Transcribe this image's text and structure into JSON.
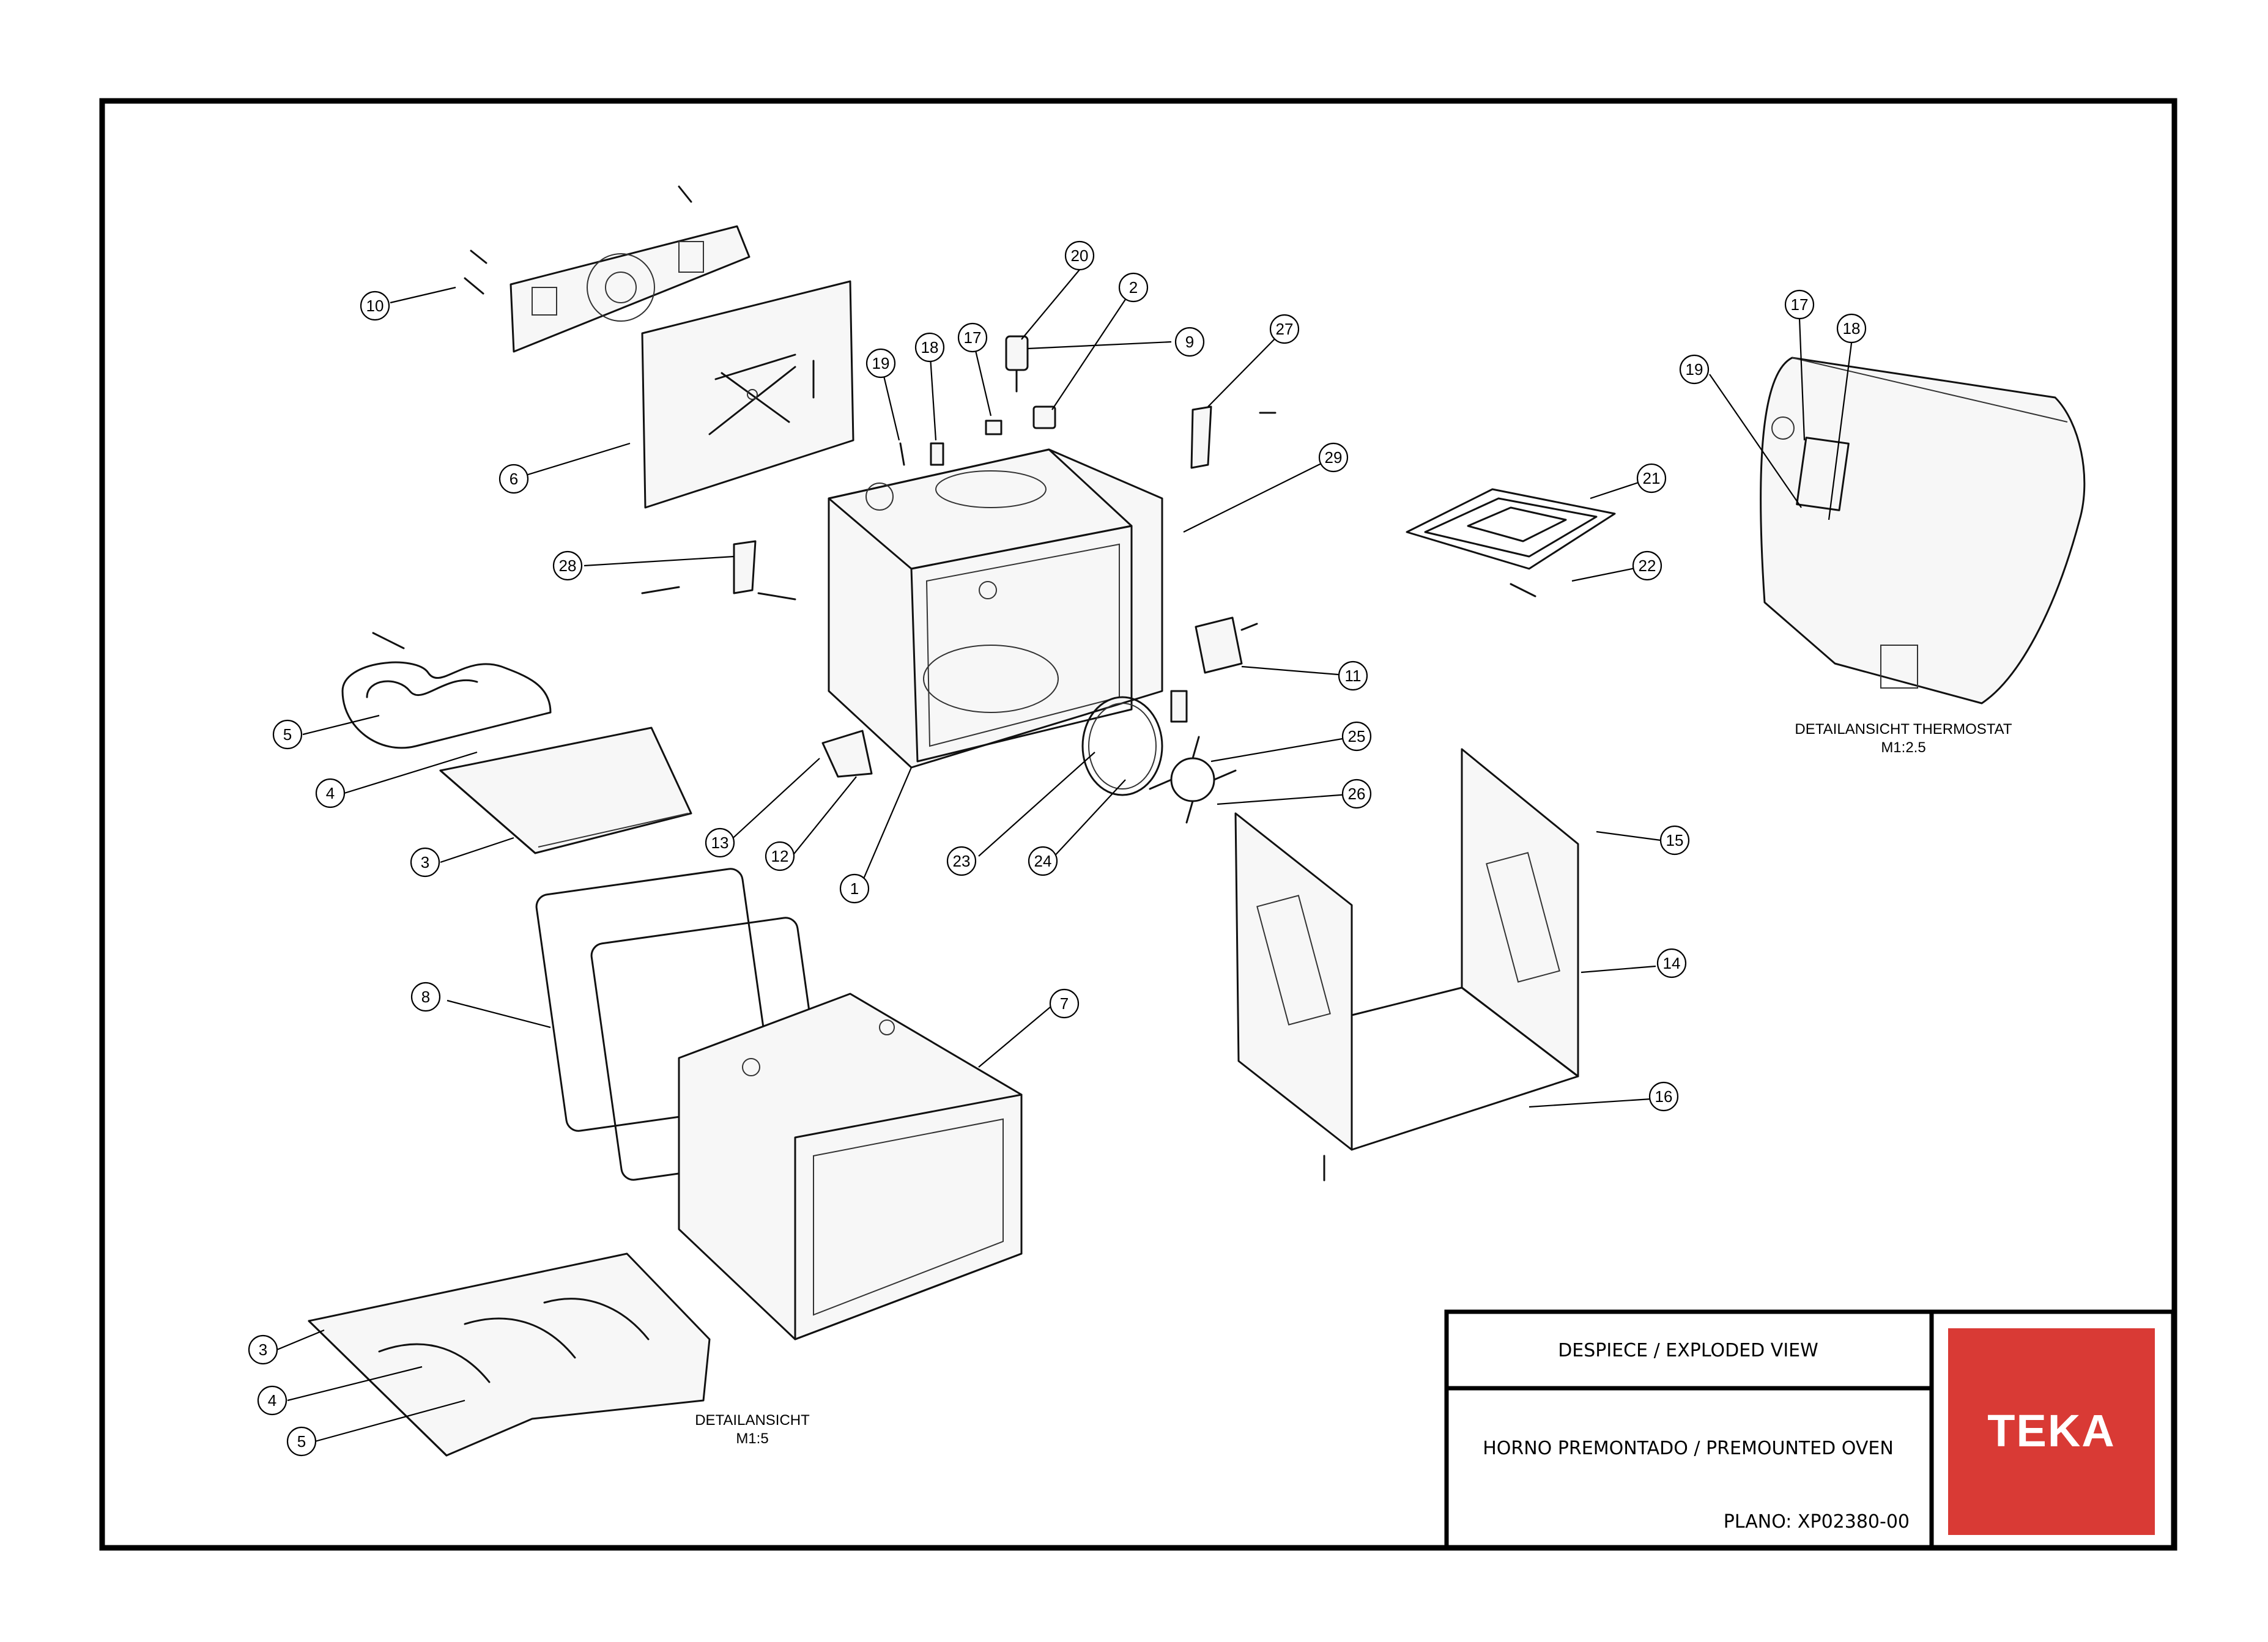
{
  "title_block": {
    "title": "DESPIECE / EXPLODED VIEW",
    "product": "HORNO PREMONTADO / PREMOUNTED OVEN",
    "plan_number": "PLANO: XP02380-00",
    "brand": "TEKA",
    "brand_color": "#d93a35"
  },
  "captions": {
    "thermostat_detail_title": "DETAILANSICHT THERMOSTAT",
    "thermostat_detail_scale": "M1:2.5",
    "grill_detail_title": "DETAILANSICHT",
    "grill_detail_scale": "M1:5"
  },
  "callouts": [
    {
      "id": "c10",
      "label": "10"
    },
    {
      "id": "c6",
      "label": "6"
    },
    {
      "id": "c20",
      "label": "20"
    },
    {
      "id": "c2",
      "label": "2"
    },
    {
      "id": "c9",
      "label": "9"
    },
    {
      "id": "c19a",
      "label": "19"
    },
    {
      "id": "c18a",
      "label": "18"
    },
    {
      "id": "c17a",
      "label": "17"
    },
    {
      "id": "c27",
      "label": "27"
    },
    {
      "id": "c29",
      "label": "29"
    },
    {
      "id": "c28",
      "label": "28"
    },
    {
      "id": "c21",
      "label": "21"
    },
    {
      "id": "c22",
      "label": "22"
    },
    {
      "id": "c11",
      "label": "11"
    },
    {
      "id": "c25",
      "label": "25"
    },
    {
      "id": "c26",
      "label": "26"
    },
    {
      "id": "c5a",
      "label": "5"
    },
    {
      "id": "c4a",
      "label": "4"
    },
    {
      "id": "c3a",
      "label": "3"
    },
    {
      "id": "c13",
      "label": "13"
    },
    {
      "id": "c12",
      "label": "12"
    },
    {
      "id": "c1",
      "label": "1"
    },
    {
      "id": "c23",
      "label": "23"
    },
    {
      "id": "c24",
      "label": "24"
    },
    {
      "id": "c15",
      "label": "15"
    },
    {
      "id": "c14",
      "label": "14"
    },
    {
      "id": "c16",
      "label": "16"
    },
    {
      "id": "c8",
      "label": "8"
    },
    {
      "id": "c7",
      "label": "7"
    },
    {
      "id": "c3b",
      "label": "3"
    },
    {
      "id": "c4b",
      "label": "4"
    },
    {
      "id": "c5b",
      "label": "5"
    },
    {
      "id": "c17b",
      "label": "17"
    },
    {
      "id": "c18b",
      "label": "18"
    },
    {
      "id": "c19b",
      "label": "19"
    }
  ]
}
